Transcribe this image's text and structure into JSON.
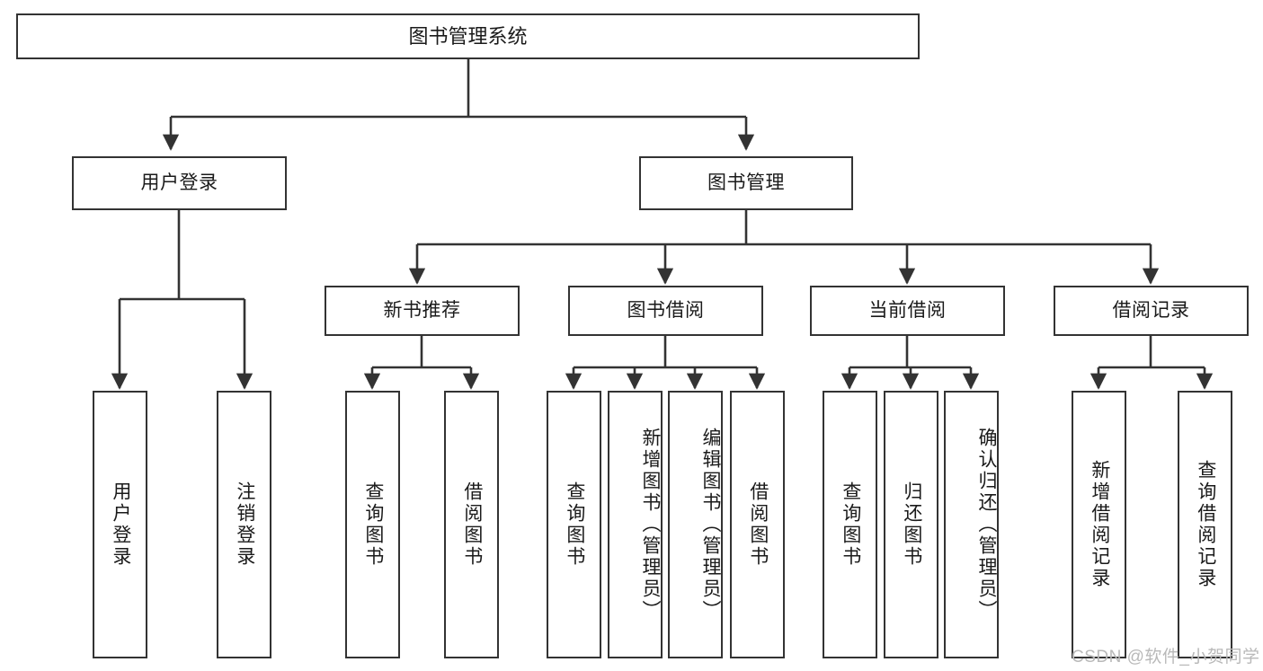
{
  "diagram": {
    "title": "图书管理系统",
    "type": "hierarchy-tree",
    "levels": 4,
    "root": {
      "label": "图书管理系统"
    },
    "level2": [
      {
        "label": "用户登录"
      },
      {
        "label": "图书管理"
      }
    ],
    "level3": [
      {
        "label": "新书推荐"
      },
      {
        "label": "图书借阅"
      },
      {
        "label": "当前借阅"
      },
      {
        "label": "借阅记录"
      }
    ],
    "leaves_user_login": [
      {
        "label": "用户登录"
      },
      {
        "label": "注销登录"
      }
    ],
    "leaves_new_book": [
      {
        "label": "查询图书"
      },
      {
        "label": "借阅图书"
      }
    ],
    "leaves_borrow": [
      {
        "label": "查询图书"
      },
      {
        "label": "新增图书（管理员）"
      },
      {
        "label": "编辑图书（管理员）"
      },
      {
        "label": "借阅图书"
      }
    ],
    "leaves_current": [
      {
        "label": "查询图书"
      },
      {
        "label": "归还图书"
      },
      {
        "label": "确认归还（管理员）"
      }
    ],
    "leaves_record": [
      {
        "label": "新增借阅记录"
      },
      {
        "label": "查询借阅记录"
      }
    ]
  },
  "watermark": {
    "text": "CSDN @软件_小贺同学"
  },
  "colors": {
    "stroke": "#333333",
    "background": "#ffffff",
    "text": "#1a1a1a",
    "watermark": "#b9b9b9"
  }
}
